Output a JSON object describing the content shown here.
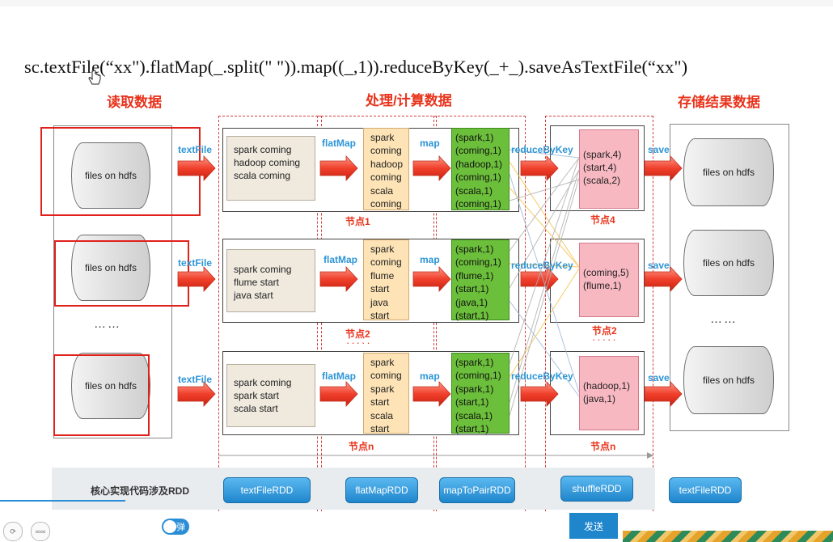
{
  "code_line": "sc.textFile(“xx\").flatMap(_.split(\" \")).map((_,1)).reduceByKey(_+_).saveAsTextFile(“xx\")",
  "sections": {
    "read": "读取数据",
    "process": "处理/计算数据",
    "store": "存储结果数据"
  },
  "ops": {
    "textFile": "textFile",
    "flatMap": "flatMap",
    "map": "map",
    "reduceByKey": "reduceByKey",
    "save": "save"
  },
  "hdfs_label": "files on hdfs",
  "ellipsis": "……",
  "rows": [
    {
      "input_lines": [
        "spark  coming",
        "hadoop coming",
        "scala  coming"
      ],
      "flat": [
        "spark",
        "coming",
        "hadoop",
        "coming",
        "scala",
        "coming"
      ],
      "pairs": [
        "(spark,1)",
        "(coming,1)",
        "(hadoop,1)",
        "(coming,1)",
        "(scala,1)",
        "(coming,1)"
      ],
      "node": "节点1",
      "reduced": [
        "(spark,4)",
        "(start,4)",
        "(scala,2)"
      ],
      "out_node": "节点4"
    },
    {
      "input_lines": [
        "spark  coming",
        "flume start",
        "java  start"
      ],
      "flat": [
        "spark",
        "coming",
        "flume",
        "start",
        "java",
        "start"
      ],
      "pairs": [
        " (spark,1)",
        "(coming,1)",
        "(flume,1)",
        "(start,1)",
        "(java,1)",
        "(start,1)"
      ],
      "node": "节点2",
      "reduced": [
        "(coming,5)",
        "(flume,1)"
      ],
      "out_node": "节点2"
    },
    {
      "input_lines": [
        "spark  coming",
        "spark start",
        "scala  start"
      ],
      "flat": [
        "spark",
        "coming",
        "spark",
        "start",
        "scala",
        "start"
      ],
      "pairs": [
        "(spark,1)",
        "(coming,1)",
        "(spark,1)",
        "(start,1)",
        "(scala,1)",
        "(start,1)"
      ],
      "node": "节点n",
      "reduced": [
        "(hadoop,1)",
        "(java,1)"
      ],
      "out_node": "节点n"
    }
  ],
  "footer": {
    "core_label": "核心实现代码涉及RDD",
    "rdds": [
      "textFileRDD",
      "flatMapRDD",
      "mapToPairRDD",
      "shuffleRDD",
      "textFileRDD"
    ]
  },
  "toolbar": {
    "toggle_label": "弹",
    "send_label": "发送",
    "circle_btn_label": "∞∞"
  },
  "colors": {
    "accent_red": "#e8331c",
    "op_blue": "#2d95d6",
    "button_blue": "#1f86cc"
  }
}
